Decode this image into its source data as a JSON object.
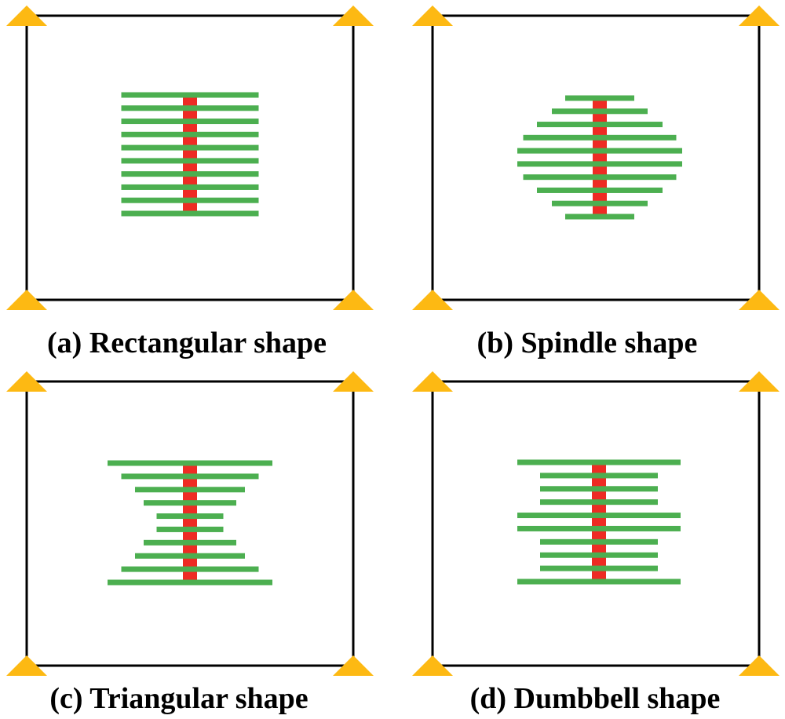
{
  "colors": {
    "frame": "#000000",
    "support": "#FDB913",
    "plate": "#4CAF50",
    "core": "#EE2B24"
  },
  "panels": [
    {
      "id": "a",
      "caption": "(a) Rectangular shape",
      "shape": "rectangular",
      "plate_widths": [
        175,
        175,
        175,
        175,
        175,
        175,
        175,
        175,
        175,
        175
      ]
    },
    {
      "id": "b",
      "caption": "(b) Spindle shape",
      "shape": "spindle",
      "plate_widths": [
        88,
        122,
        160,
        195,
        210,
        210,
        195,
        160,
        122,
        88
      ]
    },
    {
      "id": "c",
      "caption": "(c) Triangular shape",
      "shape": "triangular",
      "plate_widths": [
        210,
        175,
        140,
        118,
        85,
        85,
        118,
        140,
        175,
        210
      ]
    },
    {
      "id": "d",
      "caption": "(d) Dumbbell shape",
      "shape": "dumbbell",
      "plate_widths": [
        208,
        150,
        150,
        150,
        208,
        208,
        150,
        150,
        150,
        208
      ]
    }
  ]
}
